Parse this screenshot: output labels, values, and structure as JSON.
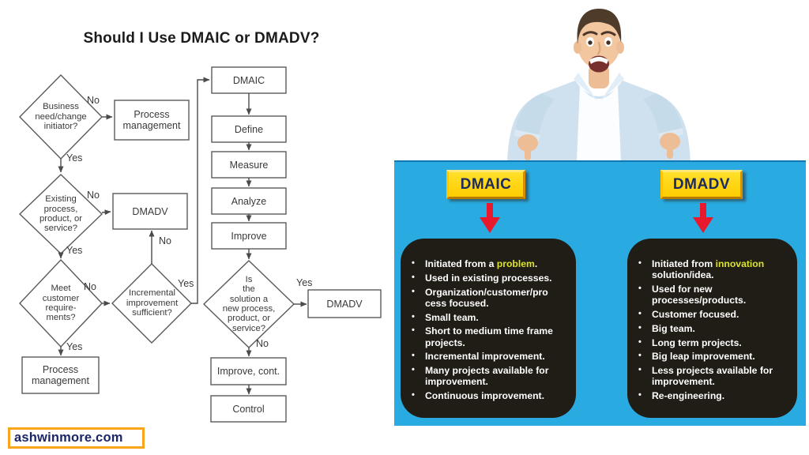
{
  "flowchart": {
    "title": "Should I Use DMAIC or DMADV?",
    "nodes": {
      "d1": "Business\nneed/change\ninitiator?",
      "pm1": "Process\nmanagement",
      "d2": "Existing\nprocess,\nproduct, or\nservice?",
      "dmadv_left": "DMADV",
      "d3": "Meet\ncustomer\nrequire-\nments?",
      "d4": "Incremental\nimprovement\nsufficient?",
      "pm2": "Process\nmanagement",
      "dmaic": "DMAIC",
      "define": "Define",
      "measure": "Measure",
      "analyze": "Analyze",
      "improve": "Improve",
      "d5": "Is\nthe\nsolution a\nnew process,\nproduct, or\nservice?",
      "dmadv_right": "DMADV",
      "improve_cont": "Improve, cont.",
      "control": "Control"
    },
    "labels": {
      "yes": "Yes",
      "no": "No"
    }
  },
  "panel": {
    "bullet": "•",
    "dmaic": {
      "badge": "DMAIC",
      "items": [
        {
          "pre": "Initiated from a ",
          "hl": "problem",
          "post": "."
        },
        {
          "pre": "Used in existing processes.",
          "hl": "",
          "post": ""
        },
        {
          "pre": "Organization/customer/pro\ncess focused.",
          "hl": "",
          "post": ""
        },
        {
          "pre": "Small team.",
          "hl": "",
          "post": ""
        },
        {
          "pre": "Short to medium time frame\nprojects.",
          "hl": "",
          "post": ""
        },
        {
          "pre": "Incremental improvement.",
          "hl": "",
          "post": ""
        },
        {
          "pre": "Many projects available for\nimprovement.",
          "hl": "",
          "post": ""
        },
        {
          "pre": "Continuous improvement.",
          "hl": "",
          "post": ""
        }
      ]
    },
    "dmadv": {
      "badge": "DMADV",
      "items": [
        {
          "pre": "Initiated from ",
          "hl": "innovation",
          "post": "\nsolution/idea."
        },
        {
          "pre": "Used for new\nprocesses/products.",
          "hl": "",
          "post": ""
        },
        {
          "pre": "Customer focused.",
          "hl": "",
          "post": ""
        },
        {
          "pre": "Big team.",
          "hl": "",
          "post": ""
        },
        {
          "pre": "Long term projects.",
          "hl": "",
          "post": ""
        },
        {
          "pre": "Big leap improvement.",
          "hl": "",
          "post": ""
        },
        {
          "pre": "Less projects available for\nimprovement.",
          "hl": "",
          "post": ""
        },
        {
          "pre": "Re-engineering.",
          "hl": "",
          "post": ""
        }
      ]
    }
  },
  "watermark": "ashwinmore.com",
  "colors": {
    "panel_bg": "#29abe2",
    "badge_fill": "#ffd600",
    "badge_border": "#d88e00",
    "badge_text": "#1c2a5e",
    "arrow_red": "#e8192c",
    "card_bg": "#201d16",
    "highlight_yellow": "#dce32b",
    "watermark_text": "#1b2668",
    "watermark_border": "#f9a51b"
  }
}
